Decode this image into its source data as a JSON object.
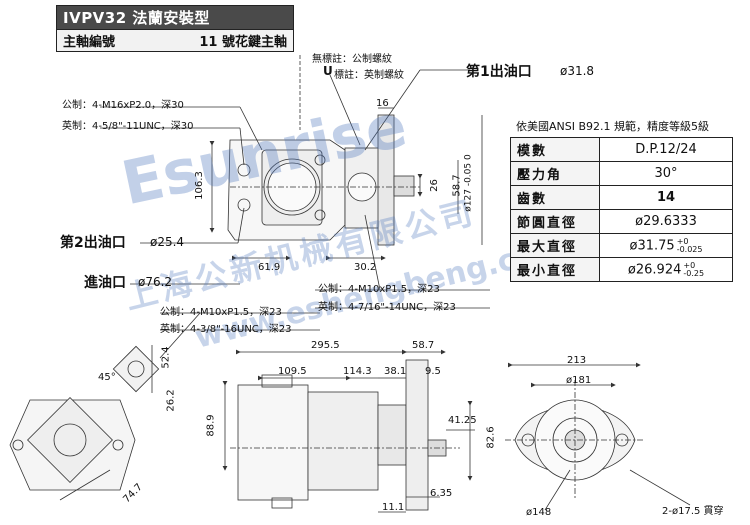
{
  "header": {
    "model": "IVPV32 法蘭安裝型",
    "shaft_label": "主軸編號",
    "shaft_value": "11 號花鍵主軸"
  },
  "legend": {
    "metric_note": "無標註：公制螺紋",
    "u_mark": "U",
    "u_note": "標註：英制螺紋"
  },
  "ports": {
    "outlet1_label": "第1出油口",
    "outlet1_size": "ø31.8",
    "outlet2_label": "第2出油口",
    "outlet2_size": "ø25.4",
    "inlet_label": "進油口",
    "inlet_size": "ø76.2"
  },
  "thread_notes": {
    "t1_metric": "公制：4-M16xP2.0，深30",
    "t1_imperial": "英制：4-5/8\"-11UNC，深30",
    "t2_metric": "公制：4-M10xP1.5，深23",
    "t2_imperial": "英制：4-7/16\"-14UNC，深23",
    "t3_metric": "公制：4-M10xP1.5，深23",
    "t3_imperial": "英制：4-3/8\"-16UNC，深23"
  },
  "dimensions": {
    "d16": "16",
    "d106_3": "106.3",
    "d61_9": "61.9",
    "d30_2": "30.2",
    "d26": "26",
    "d58_7a": "58.7",
    "d127": "ø127 -0.05 0",
    "d295_5": "295.5",
    "d58_7b": "58.7",
    "d109_5": "109.5",
    "d114_3": "114.3",
    "d38_1": "38.1",
    "d9_5": "9.5",
    "d88_9": "88.9",
    "d41_25": "41.25",
    "d82_6": "82.6",
    "d6_35": "6.35",
    "d11_1": "11.1",
    "d45": "45°",
    "d26_2": "26.2",
    "d52_4": "52.4",
    "d74_7": "74.7",
    "d213": "213",
    "d181": "ø181",
    "d148": "ø148",
    "holes": "2-ø17.5 貫穿"
  },
  "spec": {
    "title": "依美國ANSI B92.1 規範，精度等級5級",
    "rows": [
      {
        "k": "模數",
        "v": "D.P.12/24"
      },
      {
        "k": "壓力角",
        "v": "30°"
      },
      {
        "k": "齒數",
        "v": "14"
      },
      {
        "k": "節圓直徑",
        "v": "ø29.6333"
      },
      {
        "k": "最大直徑",
        "v": "ø31.75",
        "tol_up": "+0",
        "tol_dn": "-0.025"
      },
      {
        "k": "最小直徑",
        "v": "ø26.924",
        "tol_up": "+0",
        "tol_dn": "-0.25"
      }
    ]
  },
  "watermark": {
    "brand": "Esunrise",
    "company": "上海公新机械有限公司",
    "url": "www.eshengbeng.com"
  }
}
